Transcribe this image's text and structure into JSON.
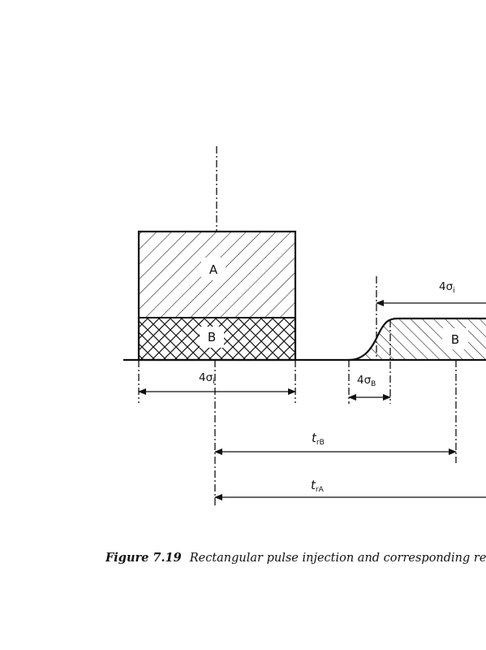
{
  "diagram": {
    "injection": {
      "region_a_label": "A",
      "region_b_label": "B",
      "width_label": {
        "main": "4σ",
        "sub": "i"
      }
    },
    "response": {
      "region_b_label": "B",
      "width_label": {
        "main": "4σ",
        "sub": "i"
      },
      "spread_label": {
        "main": "4σ",
        "sub": "B"
      }
    },
    "retention_b_label": {
      "main": "t",
      "sub": "rB"
    },
    "retention_a_label": {
      "main": "t",
      "sub": "rA"
    }
  },
  "caption": {
    "figure_number": "Figure 7.19",
    "text": "Rectangular pulse injection and corresponding respon"
  }
}
